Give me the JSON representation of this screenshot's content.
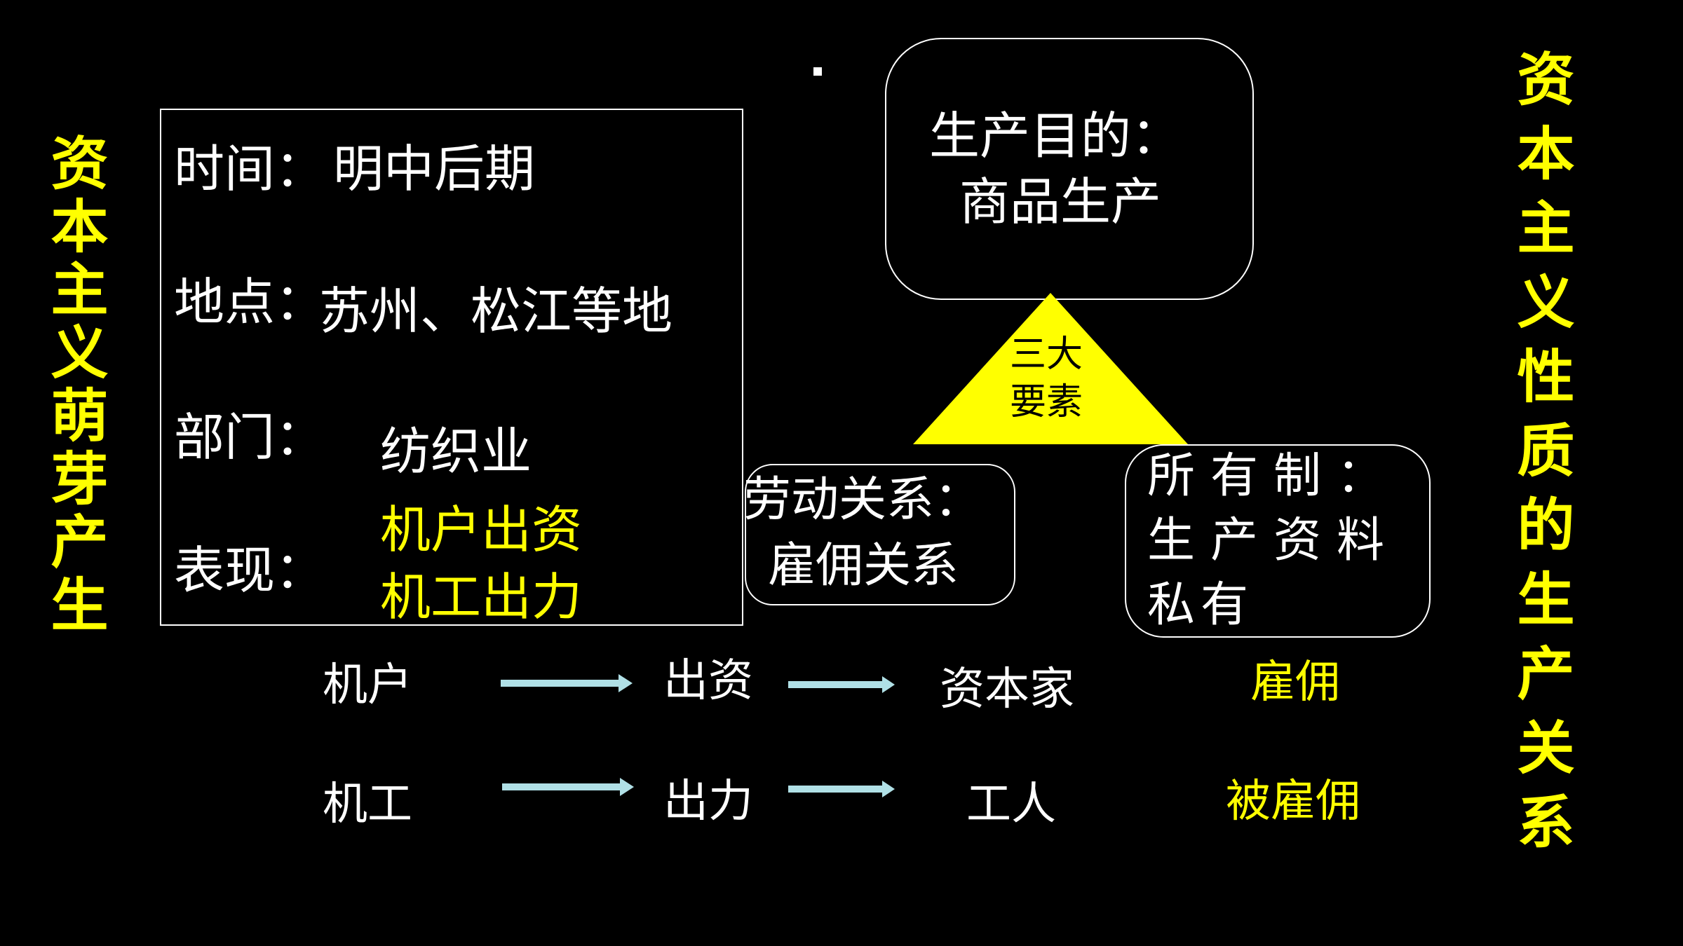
{
  "titles": {
    "left": "资本主义萌芽产生",
    "right": "资本主义性质的生产关系"
  },
  "info": {
    "time_label": "时间：",
    "time_value": "明中后期",
    "place_label": "地点：",
    "place_value": "苏州、松江等地",
    "sector_label": "部门：",
    "sector_value": "纺织业",
    "manifest_label": "表现：",
    "manifest_line1": "机户出资",
    "manifest_line2": "机工出力"
  },
  "purpose": {
    "line1": "生产目的：",
    "line2": "商品生产"
  },
  "triangle": {
    "line1": "三大",
    "line2": "要素"
  },
  "labor": {
    "line1": "劳动关系：",
    "line2": "雇佣关系"
  },
  "ownership": {
    "line1": "所有制：",
    "line2": "生产资料",
    "line3": "私有"
  },
  "flows": [
    {
      "actor": "机户",
      "action": "出资",
      "role": "资本家",
      "relation": "雇佣"
    },
    {
      "actor": "机工",
      "action": "出力",
      "role": "工人",
      "relation": "被雇佣"
    }
  ],
  "colors": {
    "background": "#000000",
    "highlight": "#ffff00",
    "arrow": "#b0e0e6",
    "text": "#ffffff"
  }
}
